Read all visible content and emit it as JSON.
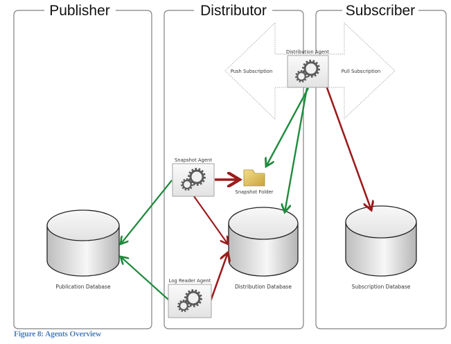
{
  "panels": {
    "publisher": {
      "title": "Publisher"
    },
    "distributor": {
      "title": "Distributor"
    },
    "subscriber": {
      "title": "Subscriber"
    }
  },
  "subscription_arrow": {
    "left_label": "Push Subscription",
    "right_label": "Pull Subscription"
  },
  "agents": {
    "distribution": {
      "label": "Distribution Agent",
      "icon": "gears-icon"
    },
    "snapshot": {
      "label": "Snapshot Agent",
      "icon": "gears-icon"
    },
    "log_reader": {
      "label": "Log Reader Agent",
      "icon": "gears-icon"
    }
  },
  "folder": {
    "label": "Snapshot Folder",
    "icon": "folder-icon"
  },
  "databases": {
    "publication": {
      "label": "Publication Database"
    },
    "distribution": {
      "label": "Distribution Database"
    },
    "subscription": {
      "label": "Subscription Database"
    }
  },
  "colors": {
    "data_flow": "#9b1c1c",
    "control_flow": "#1f8a3c",
    "caption": "#4f81bd"
  },
  "caption": "Figure 8: Agents Overview"
}
